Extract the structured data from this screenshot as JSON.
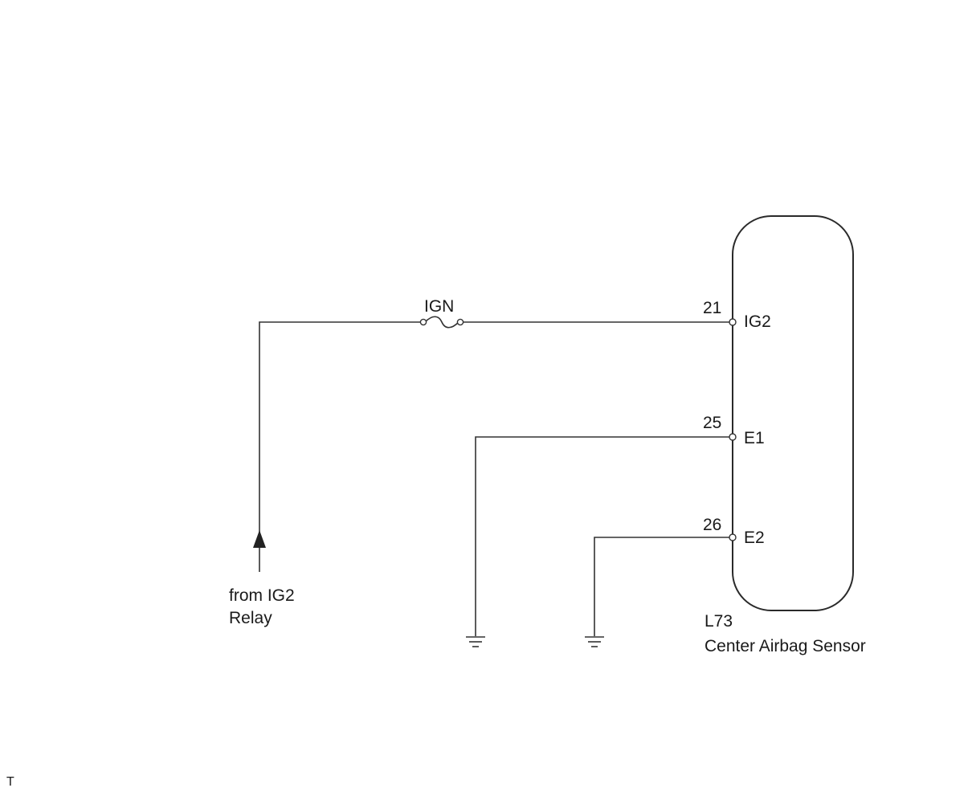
{
  "fuse": {
    "label": "IGN"
  },
  "source": {
    "line1": "from IG2",
    "line2": "Relay"
  },
  "component": {
    "code": "L73",
    "name": "Center Airbag Sensor"
  },
  "terminals": [
    {
      "pin": "21",
      "name": "IG2"
    },
    {
      "pin": "25",
      "name": "E1"
    },
    {
      "pin": "26",
      "name": "E2"
    }
  ],
  "corner_mark": "T"
}
